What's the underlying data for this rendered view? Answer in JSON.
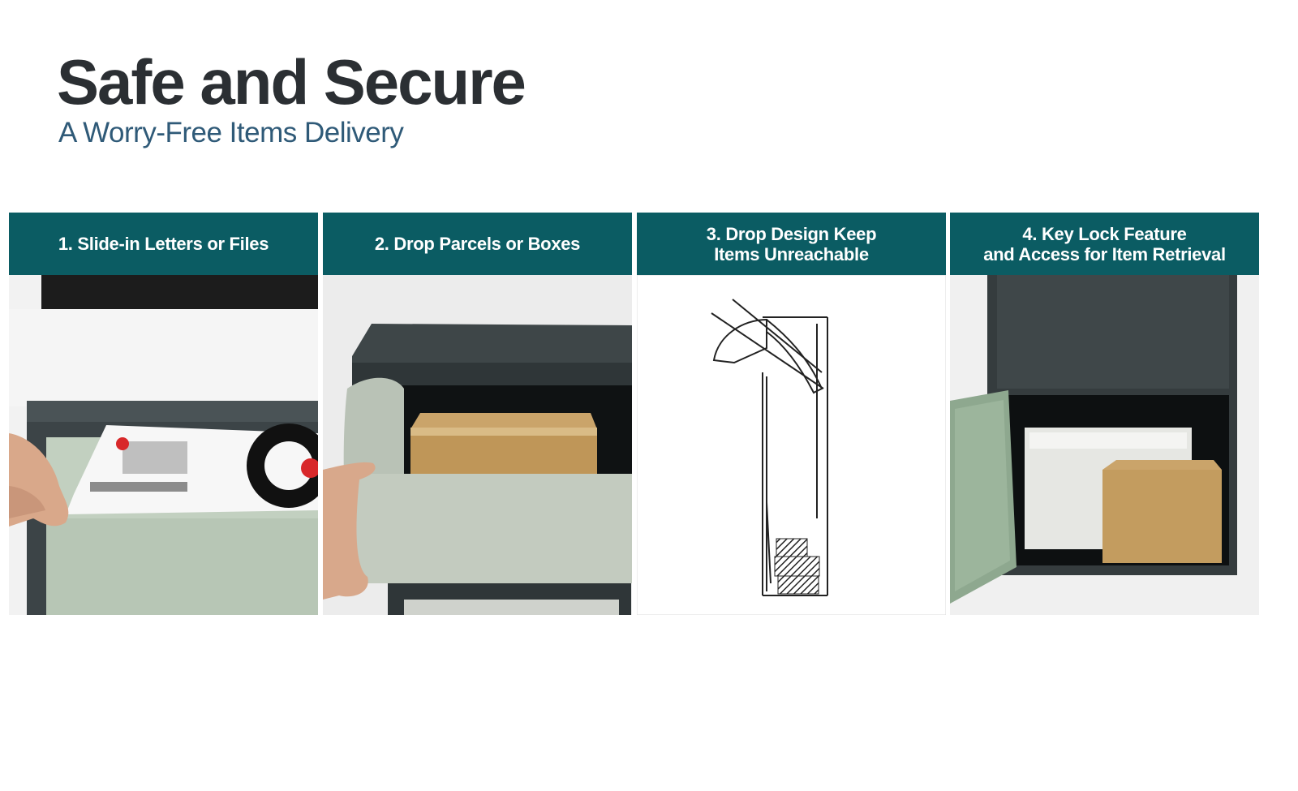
{
  "heading": {
    "title": "Safe and Secure",
    "subtitle": "A Worry-Free Items Delivery"
  },
  "panels": [
    {
      "label": "1. Slide-in Letters or Files"
    },
    {
      "label": "2. Drop Parcels or Boxes"
    },
    {
      "label": "3. Drop Design Keep\nItems Unreachable"
    },
    {
      "label": "4. Key Lock Feature\nand Access for Item Retrieval"
    }
  ],
  "colors": {
    "header_bg": "#0b5c63",
    "title": "#2b2f33",
    "subtitle": "#2f5a78"
  },
  "icons": [
    "hand",
    "letter",
    "parcel-box",
    "mailbox-cross-section",
    "open-door"
  ]
}
